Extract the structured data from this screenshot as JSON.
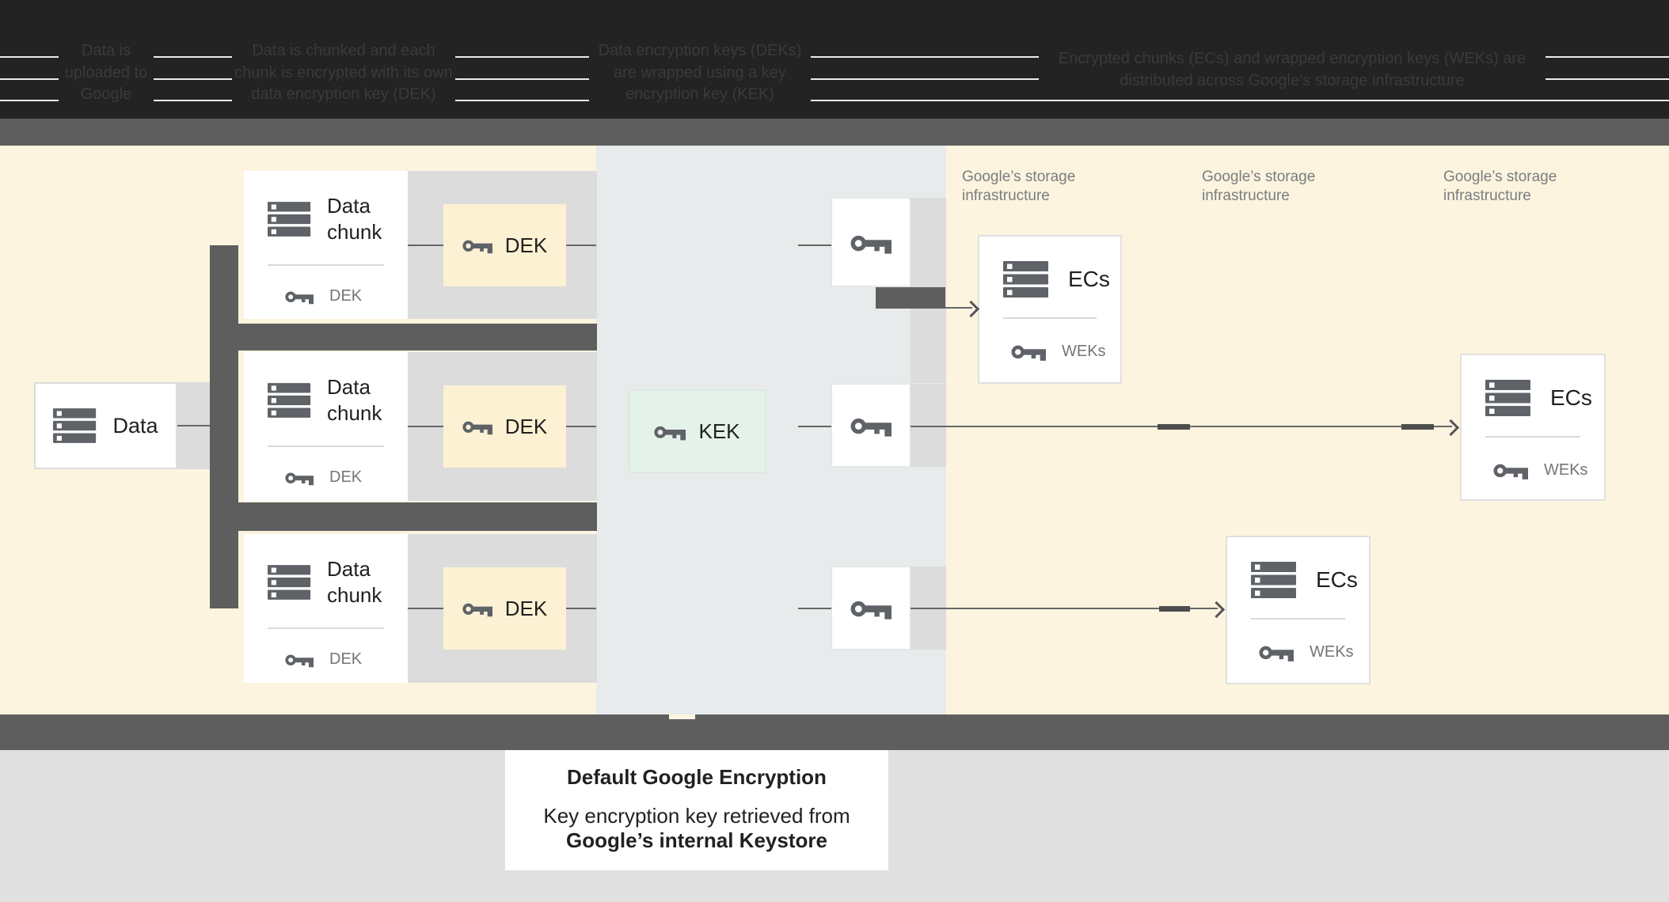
{
  "header": {
    "steps": [
      {
        "text": "Data is uploaded to Google"
      },
      {
        "text": "Data is chunked and each chunk is encrypted with its own data encryption key (DEK)"
      },
      {
        "text": "Data encryption keys (DEKs) are wrapped using a key encryption key (KEK)"
      },
      {
        "text": "Encrypted chunks (ECs) and wrapped encryption keys (WEKs) are distributed across Google’s storage infrastructure"
      }
    ]
  },
  "diagram": {
    "data_box": {
      "label": "Data"
    },
    "chunks": [
      {
        "title": "Data chunk",
        "key_label": "DEK"
      },
      {
        "title": "Data chunk",
        "key_label": "DEK"
      },
      {
        "title": "Data chunk",
        "key_label": "DEK"
      }
    ],
    "dek_boxes": [
      "DEK",
      "DEK",
      "DEK"
    ],
    "kek_box": {
      "label": "KEK"
    },
    "storage_labels": [
      "Google’s storage infrastructure",
      "Google’s storage infrastructure",
      "Google’s storage infrastructure"
    ],
    "ecs_boxes": [
      {
        "title": "ECs",
        "key_label": "WEKs"
      },
      {
        "title": "ECs",
        "key_label": "WEKs"
      },
      {
        "title": "ECs",
        "key_label": "WEKs"
      }
    ]
  },
  "caption": {
    "title": "Default Google Encryption",
    "line1": "Key encryption key retrieved from",
    "line2": "Google’s internal Keystore"
  },
  "colors": {
    "header_background": "#232323",
    "separator_bar": "#5e5e5e",
    "cream_section": "#fdf4df",
    "middle_section": "#e8ebec",
    "band_gray": "#dcdcdc",
    "dek_fill": "#fdf1d3",
    "kek_fill": "#e4f2ea",
    "footer_gray": "#e0e0e0",
    "icon_gray": "#5f6368",
    "text_dark": "#212121",
    "text_gray": "#757575"
  }
}
